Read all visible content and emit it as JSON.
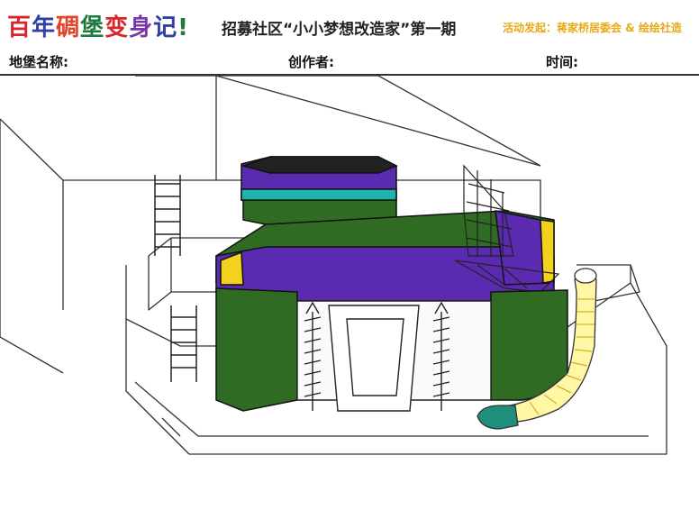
{
  "header": {
    "brand_chars": [
      "百",
      "年",
      "碉",
      "堡",
      "变",
      "身",
      "记"
    ],
    "brand_bang": "!",
    "subtitle": "招募社区“小小梦想改造家”第一期",
    "organizer": "活动发起：蒋家桥居委会 & 绘绘社造"
  },
  "fields": {
    "name_label": "地堡名称:",
    "author_label": "创作者:",
    "time_label": "时间:"
  },
  "colors": {
    "green": "#2f6b22",
    "purple": "#5a2bb0",
    "teal": "#1fb3b0",
    "yellow": "#f3d21f",
    "outline": "#222222"
  }
}
